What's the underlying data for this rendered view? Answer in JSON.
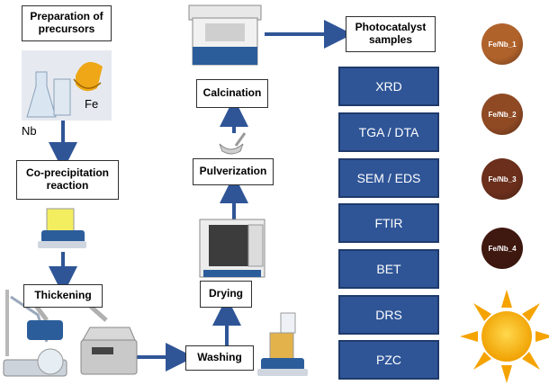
{
  "steps": {
    "precursors": "Preparation of\nprecursors",
    "coprecipitation": "Co-precipitation\nreaction",
    "thickening": "Thickening",
    "washing": "Washing",
    "drying": "Drying",
    "pulverization": "Pulverization",
    "calcination": "Calcination",
    "photocatalyst": "Photocatalyst\nsamples"
  },
  "precursor_labels": {
    "nb": "Nb",
    "fe": "Fe"
  },
  "characterization": [
    "XRD",
    "TGA / DTA",
    "SEM / EDS",
    "FTIR",
    "BET",
    "DRS",
    "PZC"
  ],
  "samples": [
    {
      "label": "Fe/Nb_1",
      "color": "#b0622b"
    },
    {
      "label": "Fe/Nb_2",
      "color": "#8f4a24"
    },
    {
      "label": "Fe/Nb_3",
      "color": "#6b2f1c"
    },
    {
      "label": "Fe/Nb_4",
      "color": "#3f1810"
    }
  ],
  "colors": {
    "arrow": "#2f5597",
    "tech_fill": "#2f5597",
    "sun": "#f5a300"
  }
}
